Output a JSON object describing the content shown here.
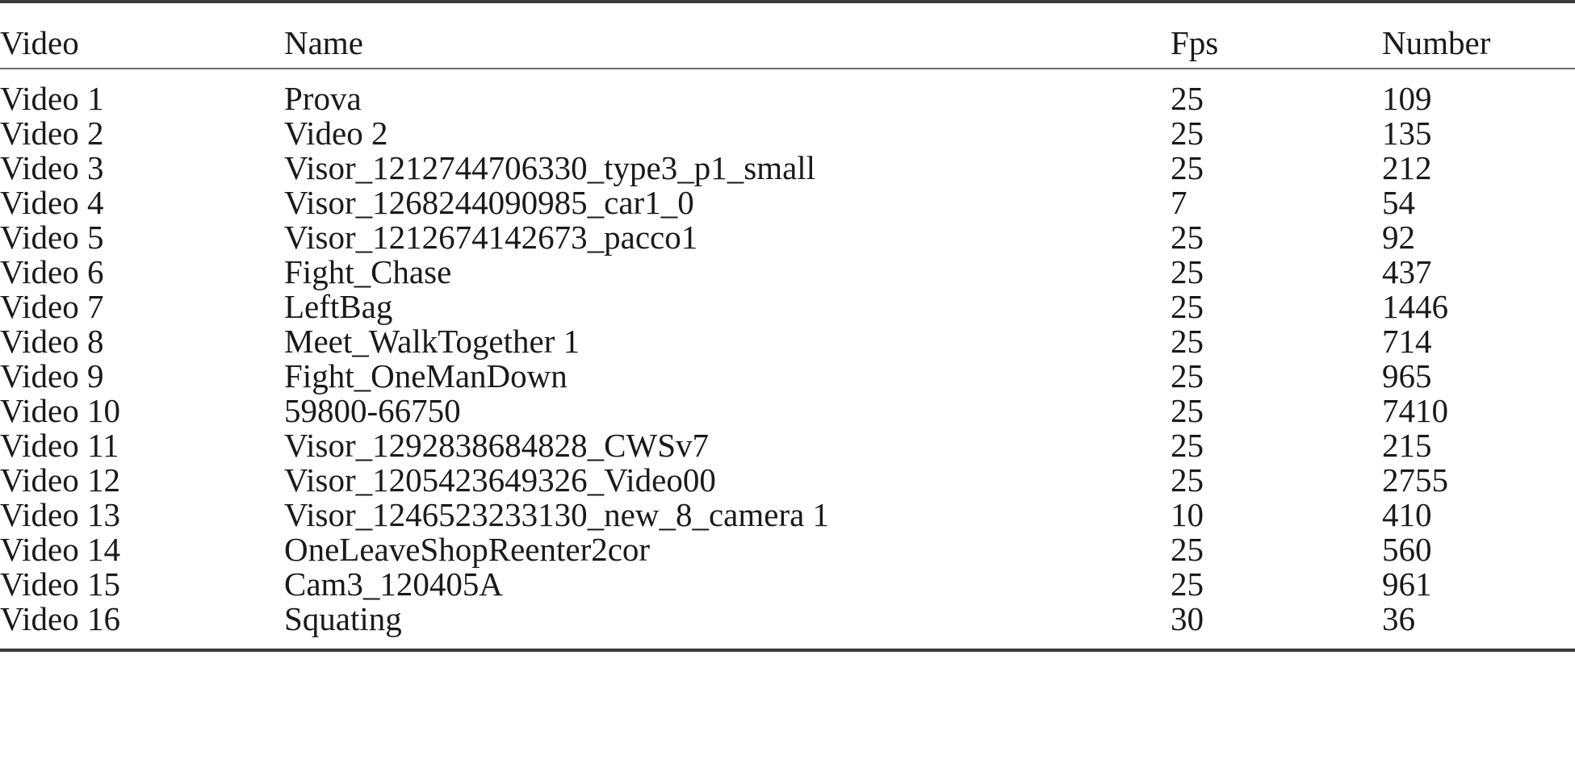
{
  "table": {
    "columns": [
      {
        "key": "video",
        "label": "Video"
      },
      {
        "key": "name",
        "label": "Name"
      },
      {
        "key": "fps",
        "label": "Fps"
      },
      {
        "key": "number",
        "label": "Number"
      }
    ],
    "rows": [
      {
        "video": "Video 1",
        "name": "Prova",
        "fps": "25",
        "number": "109"
      },
      {
        "video": "Video 2",
        "name": "Video 2",
        "fps": "25",
        "number": "135"
      },
      {
        "video": "Video 3",
        "name": "Visor_1212744706330_type3_p1_small",
        "fps": "25",
        "number": "212"
      },
      {
        "video": "Video 4",
        "name": "Visor_1268244090985_car1_0",
        "fps": "7",
        "number": "54"
      },
      {
        "video": "Video 5",
        "name": "Visor_1212674142673_pacco1",
        "fps": "25",
        "number": "92"
      },
      {
        "video": "Video 6",
        "name": "Fight_Chase",
        "fps": "25",
        "number": "437"
      },
      {
        "video": "Video 7",
        "name": "LeftBag",
        "fps": "25",
        "number": "1446"
      },
      {
        "video": "Video 8",
        "name": "Meet_WalkTogether 1",
        "fps": "25",
        "number": "714"
      },
      {
        "video": "Video 9",
        "name": "Fight_OneManDown",
        "fps": "25",
        "number": "965"
      },
      {
        "video": "Video 10",
        "name": "59800-66750",
        "fps": "25",
        "number": "7410"
      },
      {
        "video": "Video 11",
        "name": "Visor_1292838684828_CWSv7",
        "fps": "25",
        "number": "215"
      },
      {
        "video": "Video 12",
        "name": "Visor_1205423649326_Video00",
        "fps": "25",
        "number": "2755"
      },
      {
        "video": "Video 13",
        "name": "Visor_1246523233130_new_8_camera 1",
        "fps": "10",
        "number": "410"
      },
      {
        "video": "Video 14",
        "name": "OneLeaveShopReenter2cor",
        "fps": "25",
        "number": "560"
      },
      {
        "video": "Video 15",
        "name": "Cam3_120405A",
        "fps": "25",
        "number": "961"
      },
      {
        "video": "Video 16",
        "name": "Squating",
        "fps": "30",
        "number": "36"
      }
    ]
  },
  "colors": {
    "text": "#1a1a1a",
    "rule_heavy": "#3a3a3a",
    "rule_light": "#6a6a6a",
    "background": "#ffffff"
  }
}
